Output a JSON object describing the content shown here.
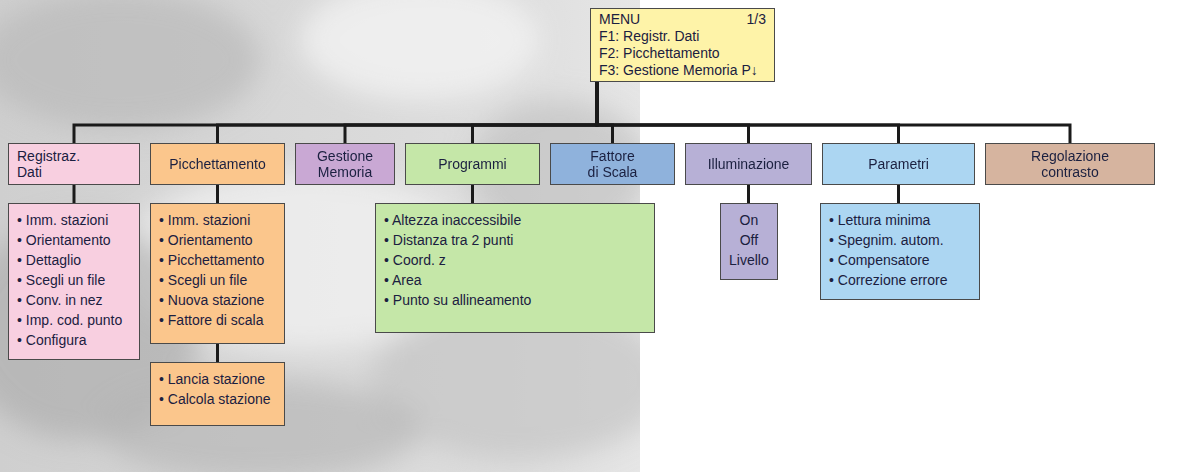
{
  "diagram": {
    "nodes": [
      {
        "text": [
          "MENU",
          "1/3",
          "F1: Registr. Dati",
          "F2: Picchettamento",
          "F3: Gestione Memoria P↓"
        ]
      },
      {
        "text": [
          "Registraz. Dati"
        ]
      },
      {
        "text": [
          "Picchettamento"
        ]
      },
      {
        "text": [
          "Gestione Memoria"
        ]
      },
      {
        "text": [
          "Programmi"
        ]
      },
      {
        "text": [
          "Fattore di Scala"
        ]
      },
      {
        "text": [
          "Illuminazione"
        ]
      },
      {
        "text": [
          "Parametri"
        ]
      },
      {
        "text": [
          "Regolazione contrasto"
        ]
      },
      {
        "text": [
          "• Imm. stazioni",
          "• Orientamento",
          "• Dettaglio",
          "• Scegli un file",
          "• Conv. in nez",
          "• Imp. cod. punto",
          "• Configura"
        ]
      },
      {
        "text": [
          "• Imm. stazioni",
          "• Orientamento",
          "• Picchettamento",
          "• Scegli un file",
          "• Nuova stazione",
          "• Fattore di scala"
        ]
      },
      {
        "text": [
          "• Lancia stazione",
          "• Calcola stazione"
        ]
      },
      {
        "text": [
          "• Altezza inaccessibile",
          "• Distanza tra 2 punti",
          "• Coord. z",
          "• Area",
          "• Punto su allineamento"
        ]
      },
      {
        "text": [
          "On",
          "Off",
          "Livello"
        ]
      },
      {
        "text": [
          "• Lettura minima",
          "• Spegnim. autom.",
          "• Compensatore",
          "• Correzione errore"
        ]
      }
    ],
    "edges": [
      {
        "from": 0,
        "to": 1,
        "arrow": "none"
      },
      {
        "from": 0,
        "to": 2,
        "arrow": "none"
      },
      {
        "from": 0,
        "to": 3,
        "arrow": "none"
      },
      {
        "from": 0,
        "to": 4,
        "arrow": "none"
      },
      {
        "from": 0,
        "to": 5,
        "arrow": "none"
      },
      {
        "from": 0,
        "to": 6,
        "arrow": "none"
      },
      {
        "from": 0,
        "to": 7,
        "arrow": "none"
      },
      {
        "from": 0,
        "to": 8,
        "arrow": "none"
      },
      {
        "from": 1,
        "to": 9,
        "arrow": "none"
      },
      {
        "from": 2,
        "to": 10,
        "arrow": "none"
      },
      {
        "from": 10,
        "to": 11,
        "arrow": "none"
      },
      {
        "from": 4,
        "to": 12,
        "arrow": "none"
      },
      {
        "from": 6,
        "to": 13,
        "arrow": "none"
      },
      {
        "from": 7,
        "to": 14,
        "arrow": "none"
      }
    ]
  }
}
